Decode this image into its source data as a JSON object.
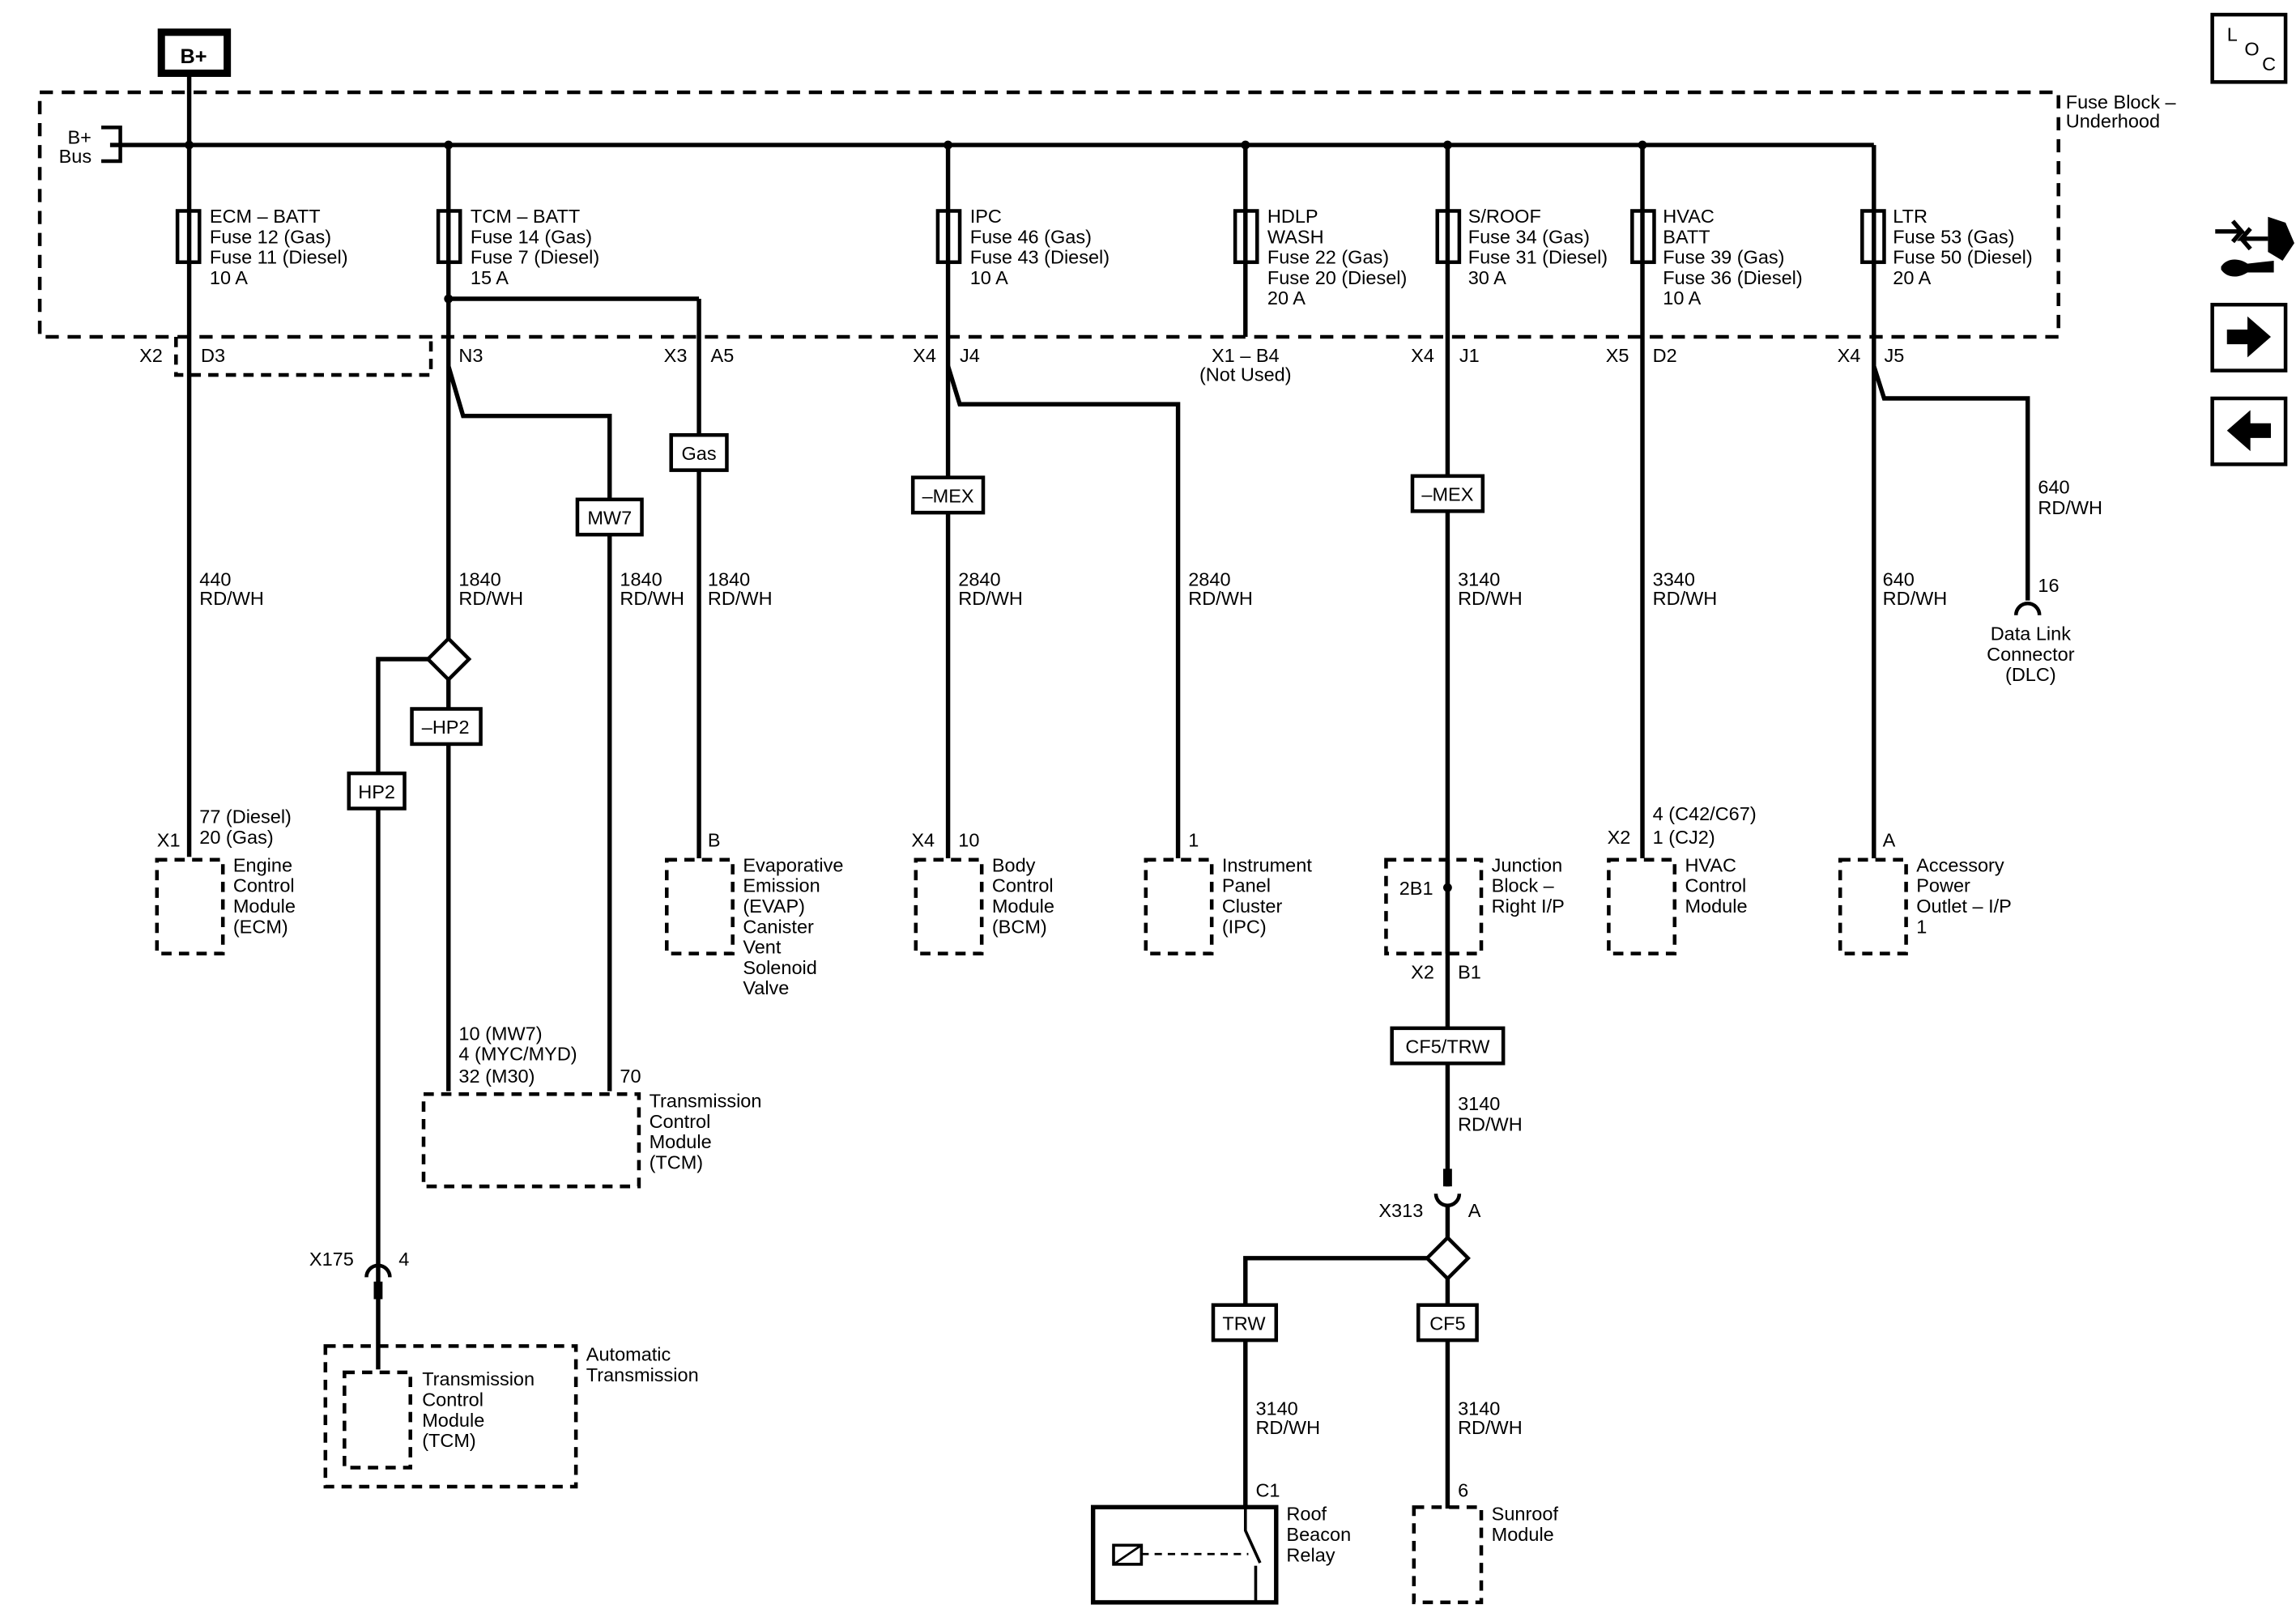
{
  "power": {
    "bplus_label": "B+",
    "bus_label_1": "B+",
    "bus_label_2": "Bus",
    "fuse_block_1": "Fuse Block –",
    "fuse_block_2": "Underhood"
  },
  "nav": {
    "loc_l": "L",
    "loc_o": "O",
    "loc_c": "C"
  },
  "fuses": [
    {
      "lines": [
        "ECM – BATT",
        "Fuse 12 (Gas)",
        "Fuse 11 (Diesel)",
        "10 A"
      ],
      "conn_a": "X2",
      "conn_b": "D3"
    },
    {
      "lines": [
        "TCM – BATT",
        "Fuse 14 (Gas)",
        "Fuse 7 (Diesel)",
        "15 A"
      ],
      "conn_a": "",
      "conn_b": "N3",
      "conn_c": "X3",
      "conn_d": "A5"
    },
    {
      "lines": [
        "IPC",
        "Fuse 46 (Gas)",
        "Fuse 43 (Diesel)",
        "10 A"
      ],
      "conn_a": "X4",
      "conn_b": "J4"
    },
    {
      "lines": [
        "HDLP",
        "WASH",
        "Fuse 22 (Gas)",
        "Fuse 20 (Diesel)",
        "20 A"
      ],
      "conn_a": "X1 – B4",
      "conn_b": "(Not Used)"
    },
    {
      "lines": [
        "S/ROOF",
        "Fuse 34 (Gas)",
        "Fuse 31 (Diesel)",
        "30 A"
      ],
      "conn_a": "X4",
      "conn_b": "J1"
    },
    {
      "lines": [
        "HVAC",
        "BATT",
        "Fuse 39 (Gas)",
        "Fuse 36 (Diesel)",
        "10 A"
      ],
      "conn_a": "X5",
      "conn_b": "D2"
    },
    {
      "lines": [
        "LTR",
        "Fuse 53 (Gas)",
        "Fuse 50 (Diesel)",
        "20 A"
      ],
      "conn_a": "X4",
      "conn_b": "J5"
    }
  ],
  "options": {
    "gas": "Gas",
    "mw7": "MW7",
    "mex1": "–MEX",
    "mex2": "–MEX",
    "hp2n": "–HP2",
    "hp2": "HP2",
    "cf5trw": "CF5/TRW",
    "trw": "TRW",
    "cf5": "CF5"
  },
  "wires": {
    "w440": [
      "440",
      "RD/WH"
    ],
    "w1840a": [
      "1840",
      "RD/WH"
    ],
    "w1840b": [
      "1840",
      "RD/WH"
    ],
    "w1840c": [
      "1840",
      "RD/WH"
    ],
    "w2840a": [
      "2840",
      "RD/WH"
    ],
    "w2840b": [
      "2840",
      "RD/WH"
    ],
    "w3140a": [
      "3140",
      "RD/WH"
    ],
    "w3340": [
      "3340",
      "RD/WH"
    ],
    "w640a": [
      "640",
      "RD/WH"
    ],
    "w640b": [
      "640",
      "RD/WH"
    ],
    "w3140b": [
      "3140",
      "RD/WH"
    ],
    "w3140c": [
      "3140",
      "RD/WH"
    ],
    "w3140d": [
      "3140",
      "RD/WH"
    ]
  },
  "components": {
    "ecm": {
      "pin1": "77 (Diesel)",
      "pin2": "20 (Gas)",
      "conn": "X1",
      "lines": [
        "Engine",
        "Control",
        "Module",
        "(ECM)"
      ]
    },
    "evap": {
      "pin": "B",
      "lines": [
        "Evaporative",
        "Emission",
        "(EVAP)",
        "Canister",
        "Vent",
        "Solenoid",
        "Valve"
      ]
    },
    "bcm": {
      "conn": "X4",
      "pin": "10",
      "lines": [
        "Body",
        "Control",
        "Module",
        "(BCM)"
      ]
    },
    "ipc": {
      "pin": "1",
      "lines": [
        "Instrument",
        "Panel",
        "Cluster",
        "(IPC)"
      ]
    },
    "jb": {
      "inner": "2B1",
      "conn": "X2",
      "pin": "B1",
      "lines": [
        "Junction",
        "Block –",
        "Right I/P"
      ]
    },
    "hvac": {
      "conn": "X2",
      "pin1": "4 (C42/C67)",
      "pin2": "1 (CJ2)",
      "lines": [
        "HVAC",
        "Control",
        "Module"
      ]
    },
    "apo": {
      "pin": "A",
      "lines": [
        "Accessory",
        "Power",
        "Outlet – I/P",
        "1"
      ]
    },
    "dlc": {
      "pin": "16",
      "lines": [
        "Data Link",
        "Connector",
        "(DLC)"
      ]
    },
    "tcm1": {
      "pins": [
        "10 (MW7)",
        "4 (MYC/MYD)",
        "32 (M30)"
      ],
      "pin_b": "70",
      "lines": [
        "Transmission",
        "Control",
        "Module",
        "(TCM)"
      ]
    },
    "x175": {
      "conn": "X175",
      "pin": "4"
    },
    "auto": {
      "lines": [
        "Automatic",
        "Transmission"
      ]
    },
    "tcm2": {
      "lines": [
        "Transmission",
        "Control",
        "Module",
        "(TCM)"
      ]
    },
    "x313": {
      "conn": "X313",
      "pin": "A"
    },
    "relay": {
      "pin": "C1",
      "lines": [
        "Roof",
        "Beacon",
        "Relay"
      ]
    },
    "sunroof": {
      "pin": "6",
      "lines": [
        "Sunroof",
        "Module"
      ]
    }
  }
}
